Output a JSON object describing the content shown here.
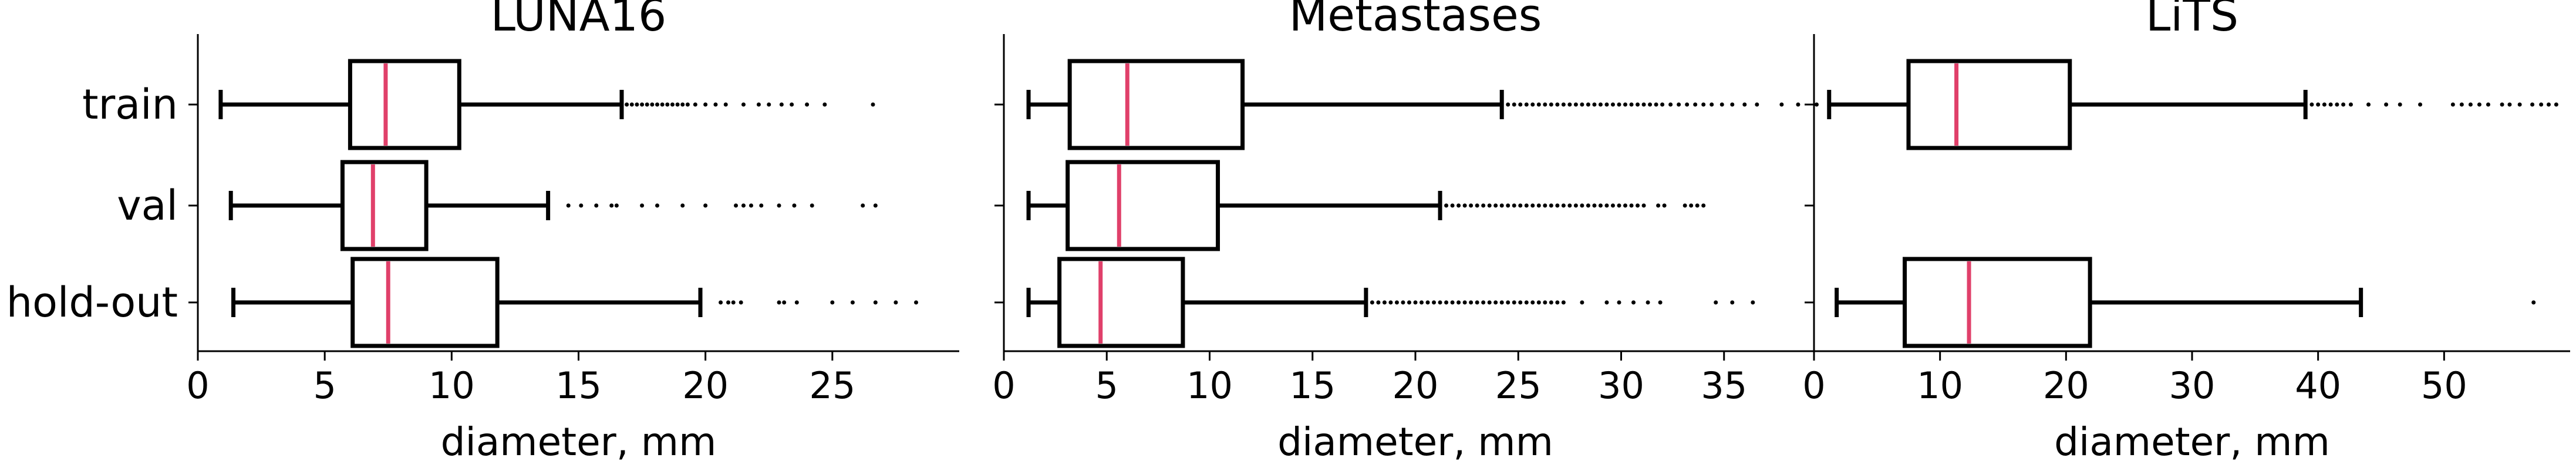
{
  "chart_data": [
    {
      "type": "box",
      "title": "LUNA16",
      "xlabel": "diameter, mm",
      "xlim": [
        0,
        30
      ],
      "xticks": [
        0,
        5,
        10,
        15,
        20,
        25
      ],
      "categories": [
        "train",
        "val",
        "hold-out"
      ],
      "colors": {
        "box": "#000000",
        "median": "#e0406a"
      },
      "boxes": [
        {
          "label": "train",
          "whislo": 0.9,
          "q1": 6.0,
          "med": 7.4,
          "q3": 10.3,
          "whishi": 16.7,
          "fliers": [
            16.9,
            17.1,
            17.3,
            17.5,
            17.7,
            17.9,
            18.1,
            18.3,
            18.5,
            18.7,
            18.9,
            19.1,
            19.3,
            19.6,
            20.0,
            20.4,
            20.8,
            21.5,
            22.1,
            22.5,
            23.0,
            23.4,
            24.0,
            24.7,
            26.6
          ]
        },
        {
          "label": "val",
          "whislo": 1.3,
          "q1": 5.7,
          "med": 6.9,
          "q3": 9.0,
          "whishi": 13.8,
          "fliers": [
            14.6,
            15.1,
            15.7,
            16.3,
            16.5,
            17.5,
            18.1,
            19.1,
            20.0,
            21.2,
            21.5,
            21.8,
            22.2,
            22.9,
            23.5,
            24.2,
            26.2,
            26.7
          ]
        },
        {
          "label": "hold-out",
          "whislo": 1.4,
          "q1": 6.1,
          "med": 7.5,
          "q3": 11.8,
          "whishi": 19.8,
          "fliers": [
            20.6,
            20.9,
            21.1,
            21.4,
            22.9,
            23.1,
            23.6,
            25.0,
            25.8,
            26.7,
            27.5,
            28.3
          ]
        }
      ]
    },
    {
      "type": "box",
      "title": "Metastases",
      "xlabel": "diameter, mm",
      "xlim": [
        0,
        40
      ],
      "xticks": [
        0,
        5,
        10,
        15,
        20,
        25,
        30,
        35
      ],
      "categories": [
        "train",
        "val",
        "hold-out"
      ],
      "colors": {
        "box": "#000000",
        "median": "#e0406a"
      },
      "boxes": [
        {
          "label": "train",
          "whislo": 1.2,
          "q1": 3.2,
          "med": 6.0,
          "q3": 11.6,
          "whishi": 24.2,
          "fliers": [
            24.5,
            24.8,
            25.1,
            25.4,
            25.7,
            26.0,
            26.3,
            26.6,
            26.9,
            27.2,
            27.5,
            27.8,
            28.1,
            28.4,
            28.7,
            29.0,
            29.3,
            29.6,
            29.9,
            30.2,
            30.5,
            30.8,
            31.1,
            31.4,
            31.7,
            32.0,
            32.4,
            32.8,
            33.2,
            33.6,
            34.0,
            34.4,
            34.9,
            35.4,
            36.0,
            36.6,
            37.8,
            38.6,
            39.5
          ]
        },
        {
          "label": "val",
          "whislo": 1.2,
          "q1": 3.1,
          "med": 5.6,
          "q3": 10.4,
          "whishi": 21.2,
          "fliers": [
            21.5,
            21.8,
            22.1,
            22.4,
            22.7,
            23.0,
            23.3,
            23.6,
            23.9,
            24.2,
            24.5,
            24.8,
            25.1,
            25.4,
            25.7,
            26.0,
            26.3,
            26.6,
            26.9,
            27.2,
            27.5,
            27.8,
            28.1,
            28.4,
            28.7,
            29.0,
            29.3,
            29.6,
            29.9,
            30.2,
            30.5,
            30.8,
            31.1,
            31.8,
            32.1,
            33.1,
            33.4,
            33.7,
            34.0
          ]
        },
        {
          "label": "hold-out",
          "whislo": 1.2,
          "q1": 2.7,
          "med": 4.7,
          "q3": 8.7,
          "whishi": 17.6,
          "fliers": [
            17.9,
            18.2,
            18.5,
            18.8,
            19.1,
            19.4,
            19.7,
            20.0,
            20.3,
            20.6,
            20.9,
            21.2,
            21.5,
            21.8,
            22.1,
            22.4,
            22.7,
            23.0,
            23.3,
            23.6,
            23.9,
            24.2,
            24.5,
            24.8,
            25.1,
            25.4,
            25.7,
            26.0,
            26.3,
            26.6,
            26.9,
            27.2,
            28.1,
            29.3,
            29.9,
            30.6,
            31.3,
            31.9,
            34.6,
            35.4,
            36.4
          ]
        }
      ]
    },
    {
      "type": "box",
      "title": "LiTS",
      "xlabel": "diameter, mm",
      "xlim": [
        0,
        60
      ],
      "xticks": [
        0,
        10,
        20,
        30,
        40,
        50
      ],
      "categories": [
        "train",
        "val",
        "hold-out"
      ],
      "colors": {
        "box": "#000000",
        "median": "#e0406a"
      },
      "boxes": [
        {
          "label": "train",
          "whislo": 1.2,
          "q1": 7.5,
          "med": 11.3,
          "q3": 20.3,
          "whishi": 39.0,
          "fliers": [
            39.5,
            40.0,
            40.5,
            41.0,
            41.5,
            42.0,
            42.6,
            44.0,
            45.4,
            46.5,
            48.1,
            50.7,
            51.4,
            52.1,
            52.8,
            53.5,
            54.6,
            55.2,
            56.0,
            57.0,
            57.7,
            58.3,
            58.9
          ]
        },
        {
          "label": "val"
        },
        {
          "label": "hold-out",
          "whislo": 1.8,
          "q1": 7.2,
          "med": 12.3,
          "q3": 21.9,
          "whishi": 43.4,
          "fliers": [
            57.1
          ]
        }
      ]
    }
  ]
}
